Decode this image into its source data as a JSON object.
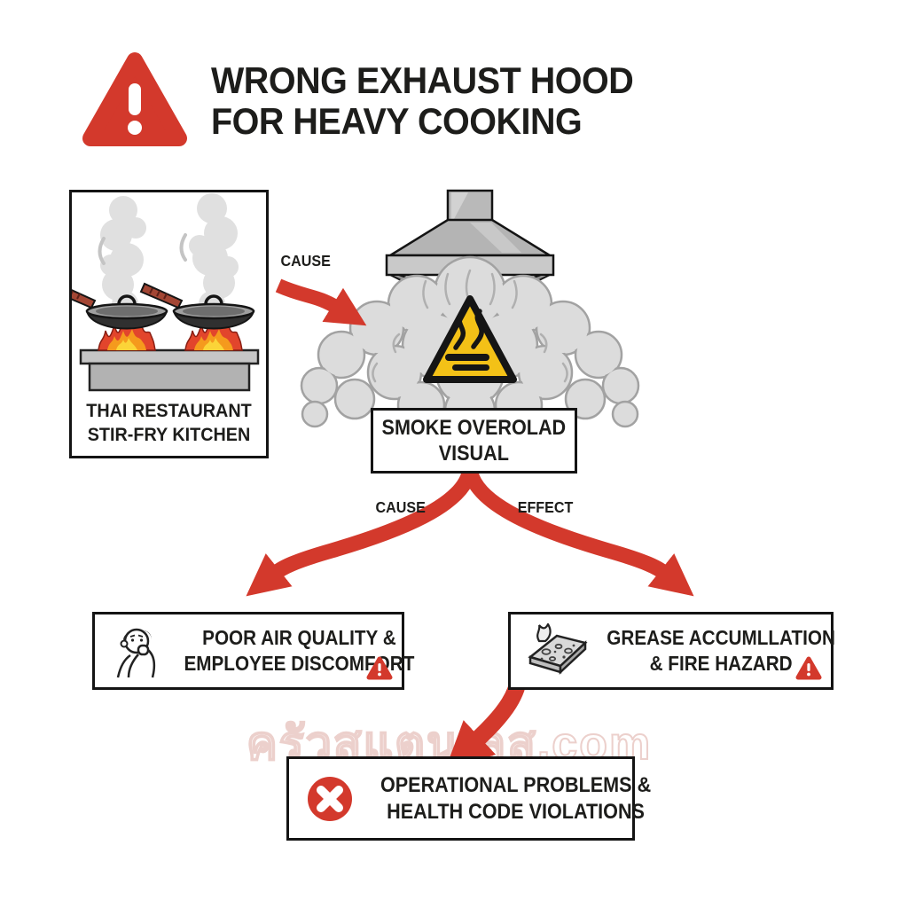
{
  "header": {
    "title_line1": "WRONG EXHAUST HOOD",
    "title_line2": "FOR HEAVY COOKING"
  },
  "kitchen_panel": {
    "caption_line1": "THAI RESTAURANT",
    "caption_line2": "STIR-FRY KITCHEN"
  },
  "flow": {
    "top_arrow_label": "CAUSE",
    "smoke_box_line1": "SMOKE OVEROLAD",
    "smoke_box_line2": "VISUAL",
    "fork_left_label": "CAUSE",
    "fork_right_label": "EFFECT"
  },
  "outcome_left": {
    "line1": "POOR AIR QUALITY &",
    "line2": "EMPLOYEE DISCOMFORT"
  },
  "outcome_right": {
    "line1": "GREASE ACCUMLLATION",
    "line2": "& FIRE HAZARD"
  },
  "outcome_bottom": {
    "line1": "OPERATIONAL PROBLEMS &",
    "line2": "HEALTH CODE VIOLATIONS"
  },
  "watermark": {
    "text": "ครัวสแตนเลส.com"
  },
  "colors": {
    "alert_red": "#d3392c",
    "warning_yellow": "#f3c117",
    "smoke_gray": "#dcdcdc",
    "hood_gray": "#b9b9b9",
    "flame_red": "#e2452c",
    "flame_orange": "#f59a1d",
    "flame_yellow": "#fbd438",
    "watermark_pink": "#ecd0cc",
    "ink": "#1d1d1b"
  }
}
